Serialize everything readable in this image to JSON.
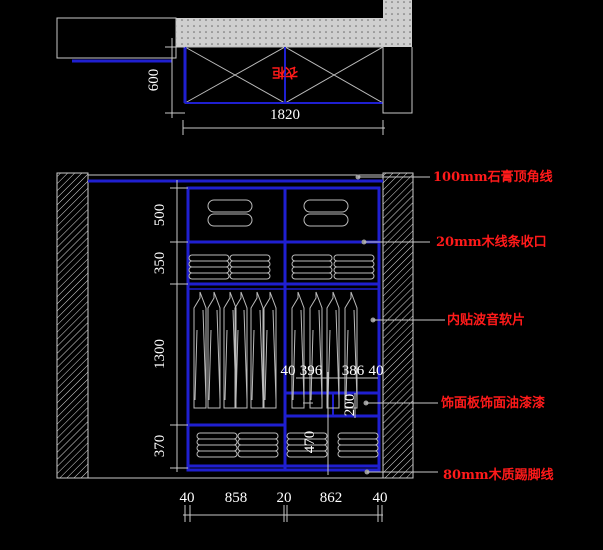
{
  "plan": {
    "title_upside_down": "衣柜",
    "depth_dim": "600",
    "width_dim": "1820"
  },
  "elevation": {
    "vertical_dims": [
      "500",
      "350",
      "1300",
      "370"
    ],
    "bottom_dims": [
      "40",
      "858",
      "20",
      "862",
      "40"
    ],
    "inner_dims": [
      "40",
      "396",
      "386",
      "40"
    ],
    "drawer_dims": [
      "200",
      "470"
    ]
  },
  "annotations": [
    "100mm石膏顶角线",
    "20mm木线条收口",
    "内贴波音软片",
    "饰面板饰面油漆漆",
    "80mm木质踢脚线"
  ],
  "colors": {
    "annotation": "#ff1a1a",
    "cabinet_line": "#1f1fd0",
    "hatch_fill": "#cfcfcf"
  }
}
